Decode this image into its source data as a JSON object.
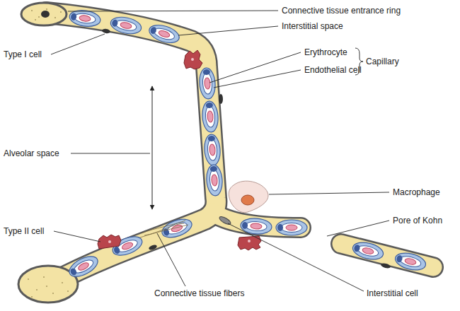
{
  "diagram": {
    "labels": [
      "Connective tissue entrance ring",
      "Interstitial space",
      "Type I cell",
      "Erythrocyte",
      "Endothelial cell",
      "Capillary",
      "Alveolar space",
      "Macrophage",
      "Pore of Kohn",
      "Type II cell",
      "Connective tissue fibers",
      "Interstitial cell"
    ]
  }
}
